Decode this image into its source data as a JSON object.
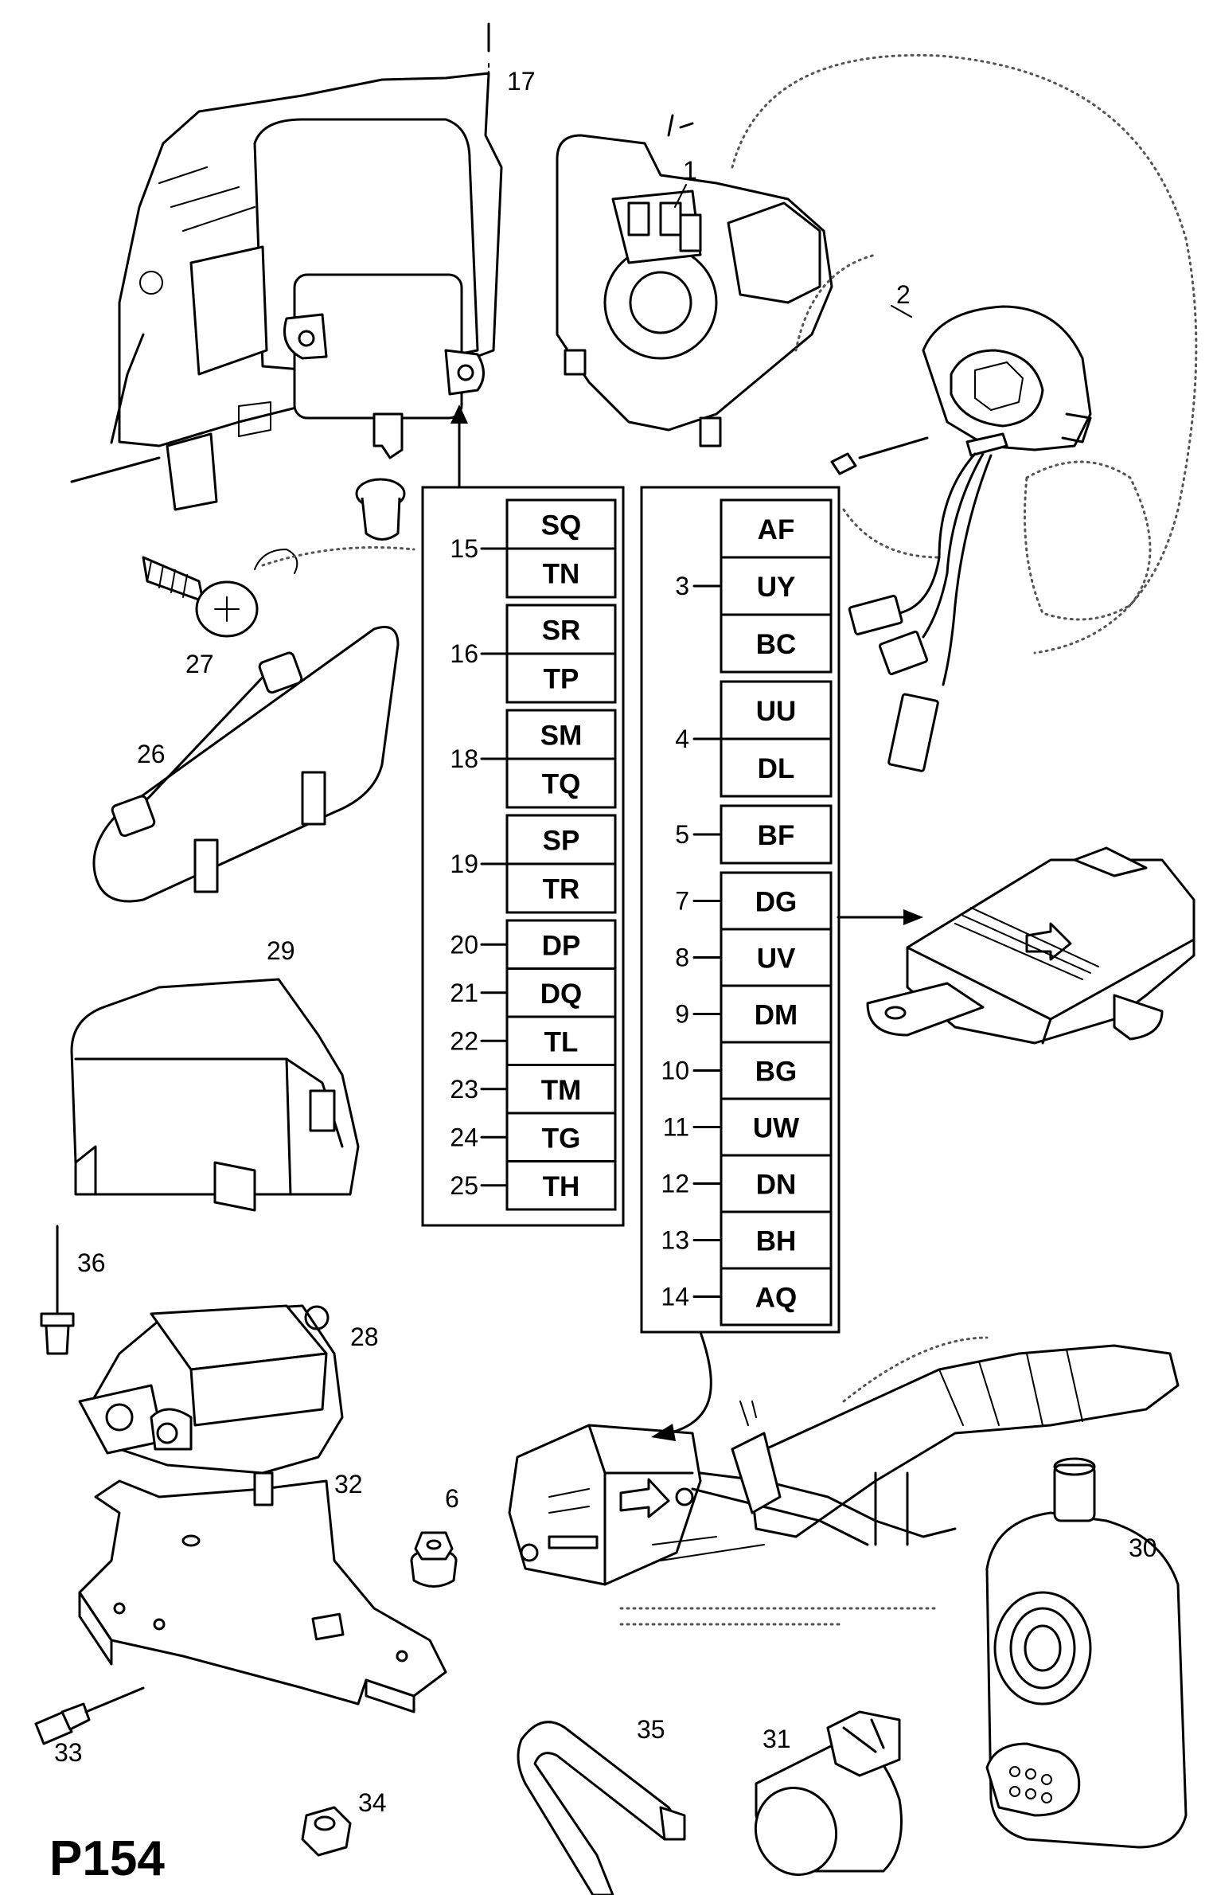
{
  "page_label": "P154",
  "part_numbers": {
    "p1": "1",
    "p2": "2",
    "p6": "6",
    "p17": "17",
    "p26": "26",
    "p27": "27",
    "p28": "28",
    "p29": "29",
    "p30": "30",
    "p31": "31",
    "p32": "32",
    "p33": "33",
    "p34": "34",
    "p35": "35",
    "p36": "36"
  },
  "left_table": {
    "groups": [
      {
        "number": "15",
        "codes": [
          "SQ",
          "TN"
        ]
      },
      {
        "number": "16",
        "codes": [
          "SR",
          "TP"
        ]
      },
      {
        "number": "18",
        "codes": [
          "SM",
          "TQ"
        ]
      },
      {
        "number": "19",
        "codes": [
          "SP",
          "TR"
        ]
      }
    ],
    "rows": [
      {
        "number": "20",
        "code": "DP"
      },
      {
        "number": "21",
        "code": "DQ"
      },
      {
        "number": "22",
        "code": "TL"
      },
      {
        "number": "23",
        "code": "TM"
      },
      {
        "number": "24",
        "code": "TG"
      },
      {
        "number": "25",
        "code": "TH"
      }
    ]
  },
  "right_table": {
    "groups": [
      {
        "number": "3",
        "codes": [
          "AF",
          "UY",
          "BC"
        ]
      },
      {
        "number": "4",
        "codes": [
          "UU",
          "DL"
        ]
      },
      {
        "number": "5",
        "codes": [
          "BF"
        ]
      }
    ],
    "rows": [
      {
        "number": "7",
        "code": "DG"
      },
      {
        "number": "8",
        "code": "UV"
      },
      {
        "number": "9",
        "code": "DM"
      },
      {
        "number": "10",
        "code": "BG"
      },
      {
        "number": "11",
        "code": "UW"
      },
      {
        "number": "12",
        "code": "DN"
      },
      {
        "number": "13",
        "code": "BH"
      },
      {
        "number": "14",
        "code": "AQ"
      }
    ]
  }
}
